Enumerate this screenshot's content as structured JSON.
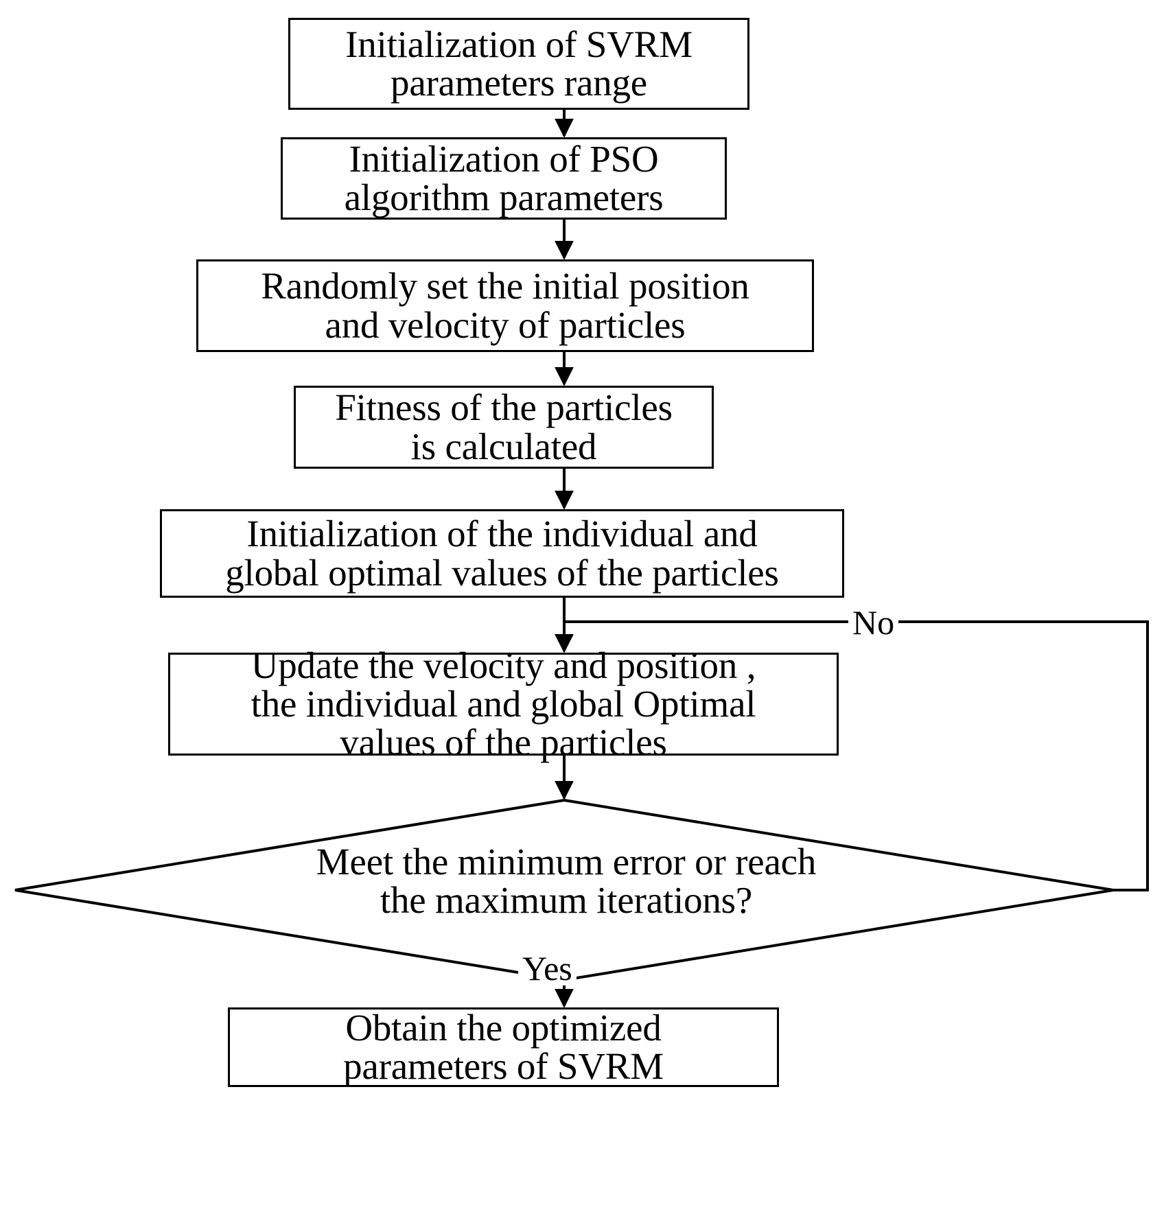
{
  "diagram": {
    "title": "PSO optimization of SVRM parameters flowchart",
    "type": "flowchart",
    "orientation": "top-to-bottom",
    "stroke_color": "#000000",
    "fill_color": "#ffffff",
    "nodes": [
      {
        "id": "n1",
        "shape": "process",
        "text": "Initialization of SVRM\nparameters range"
      },
      {
        "id": "n2",
        "shape": "process",
        "text": "Initialization of PSO\nalgorithm parameters"
      },
      {
        "id": "n3",
        "shape": "process",
        "text": "Randomly set the initial position\nand velocity of particles"
      },
      {
        "id": "n4",
        "shape": "process",
        "text": "Fitness of the particles\nis calculated"
      },
      {
        "id": "n5",
        "shape": "process",
        "text": "Initialization of the individual and\nglobal optimal values of the particles"
      },
      {
        "id": "n6",
        "shape": "process",
        "text": "Update the velocity and position ,\nthe individual and global Optimal\nvalues of the particles"
      },
      {
        "id": "d1",
        "shape": "decision",
        "text": "Meet the minimum error or reach\nthe maximum iterations?"
      },
      {
        "id": "n7",
        "shape": "process",
        "text": "Obtain the optimized\nparameters of SVRM"
      }
    ],
    "edges": [
      {
        "from": "n1",
        "to": "n2",
        "label": ""
      },
      {
        "from": "n2",
        "to": "n3",
        "label": ""
      },
      {
        "from": "n3",
        "to": "n4",
        "label": ""
      },
      {
        "from": "n4",
        "to": "n5",
        "label": ""
      },
      {
        "from": "n5",
        "to": "n6",
        "label": ""
      },
      {
        "from": "n6",
        "to": "d1",
        "label": ""
      },
      {
        "from": "d1",
        "to": "n6",
        "label": "No"
      },
      {
        "from": "d1",
        "to": "n7",
        "label": "Yes"
      }
    ],
    "labels": {
      "no": "No",
      "yes": "Yes"
    }
  }
}
